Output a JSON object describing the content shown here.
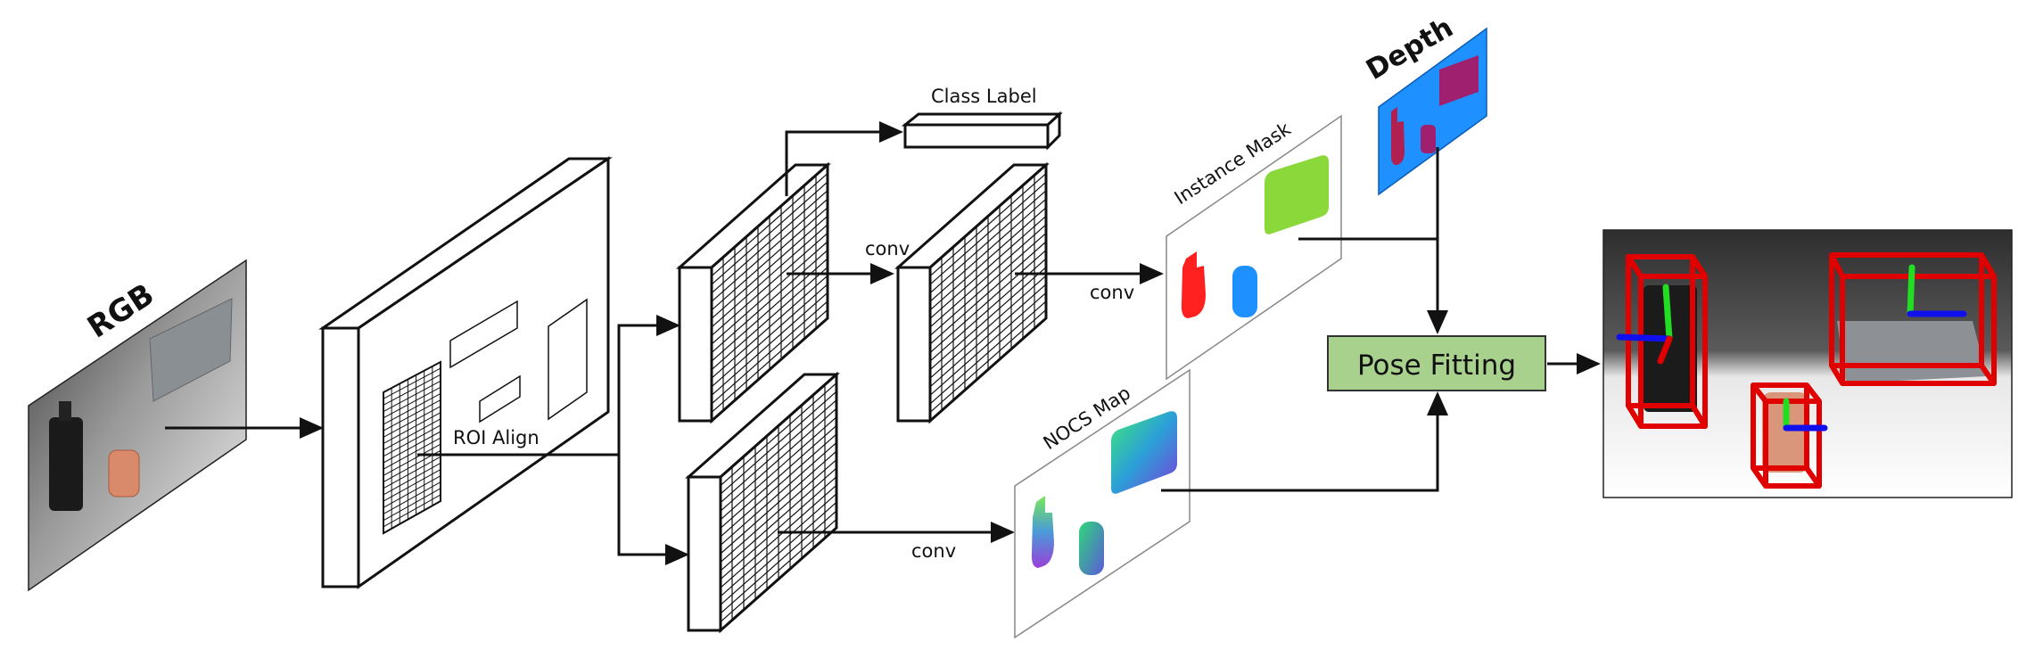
{
  "labels": {
    "rgb": "RGB",
    "depth": "Depth",
    "roi_align": "ROI Align",
    "class_label": "Class Label",
    "conv_top": "conv",
    "conv_mid": "conv",
    "conv_bottom": "conv",
    "instance_mask": "Instance Mask",
    "nocs_map": "NOCS Map",
    "pose_fitting": "Pose Fitting"
  },
  "colors": {
    "depth_background": "#1e90ff",
    "pose_fitting_fill": "#a9d18e",
    "pose_box_red": "#e00000",
    "axis_green": "#22dd22",
    "axis_blue": "#1010ee",
    "mask_red": "#ff2020",
    "mask_blue": "#1e90ff",
    "mask_green": "#8ad83a"
  },
  "icons": {
    "rgb_image": "rgb-scene-image",
    "depth_image": "depth-map-image",
    "output_image": "pose-estimation-output-image"
  }
}
